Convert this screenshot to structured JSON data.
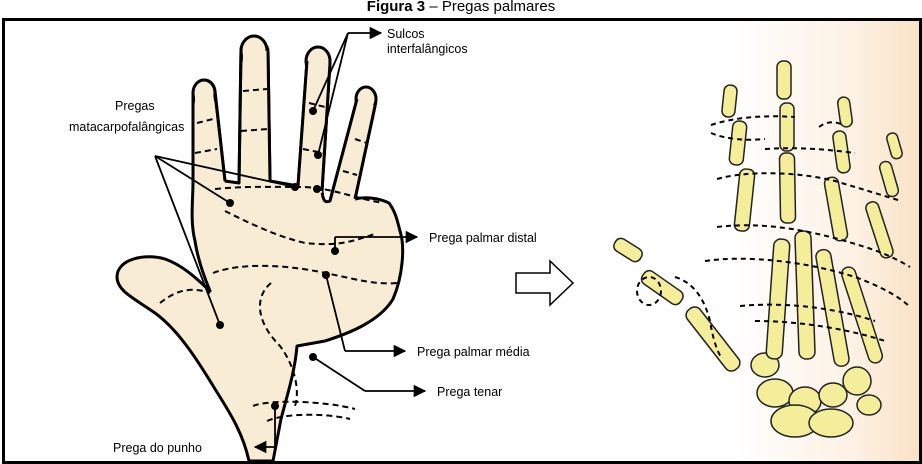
{
  "figure_caption": {
    "label": "Figura 3",
    "text": "– Pregas palmares"
  },
  "labels": {
    "sulcos_line1": "Sulcos",
    "sulcos_line2": "interfalângicos",
    "pregas_mcf_line1": "Pregas",
    "pregas_mcf_line2": "matacarpofalângicas",
    "prega_palmar_distal": "Prega palmar distal",
    "prega_palmar_media": "Prega palmar média",
    "prega_tenar": "Prega tenar",
    "prega_do_punho": "Prega do punho"
  },
  "colors": {
    "skin": "#f9ecd4",
    "bone": "#f4ee9b",
    "bone_outline": "#222222",
    "line": "#000000"
  }
}
